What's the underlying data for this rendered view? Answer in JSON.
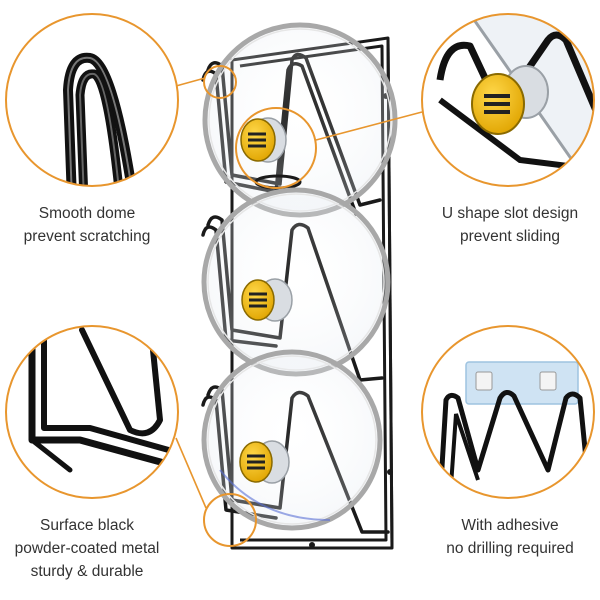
{
  "captions": {
    "top_left": [
      "Smooth dome",
      "prevent scratching"
    ],
    "top_right": [
      "U shape slot design",
      "prevent sliding"
    ],
    "bottom_left": [
      "Surface black",
      "powder-coated metal",
      "sturdy & durable"
    ],
    "bottom_right": [
      "With adhesive",
      "no drilling required"
    ]
  },
  "colors": {
    "accent_orange": "#E8962E",
    "metal_black": "#1a1a1a",
    "lid_rim_silver": "#b8b8b8",
    "knob_yellow": "#F2B705",
    "caption_text": "#333333"
  }
}
